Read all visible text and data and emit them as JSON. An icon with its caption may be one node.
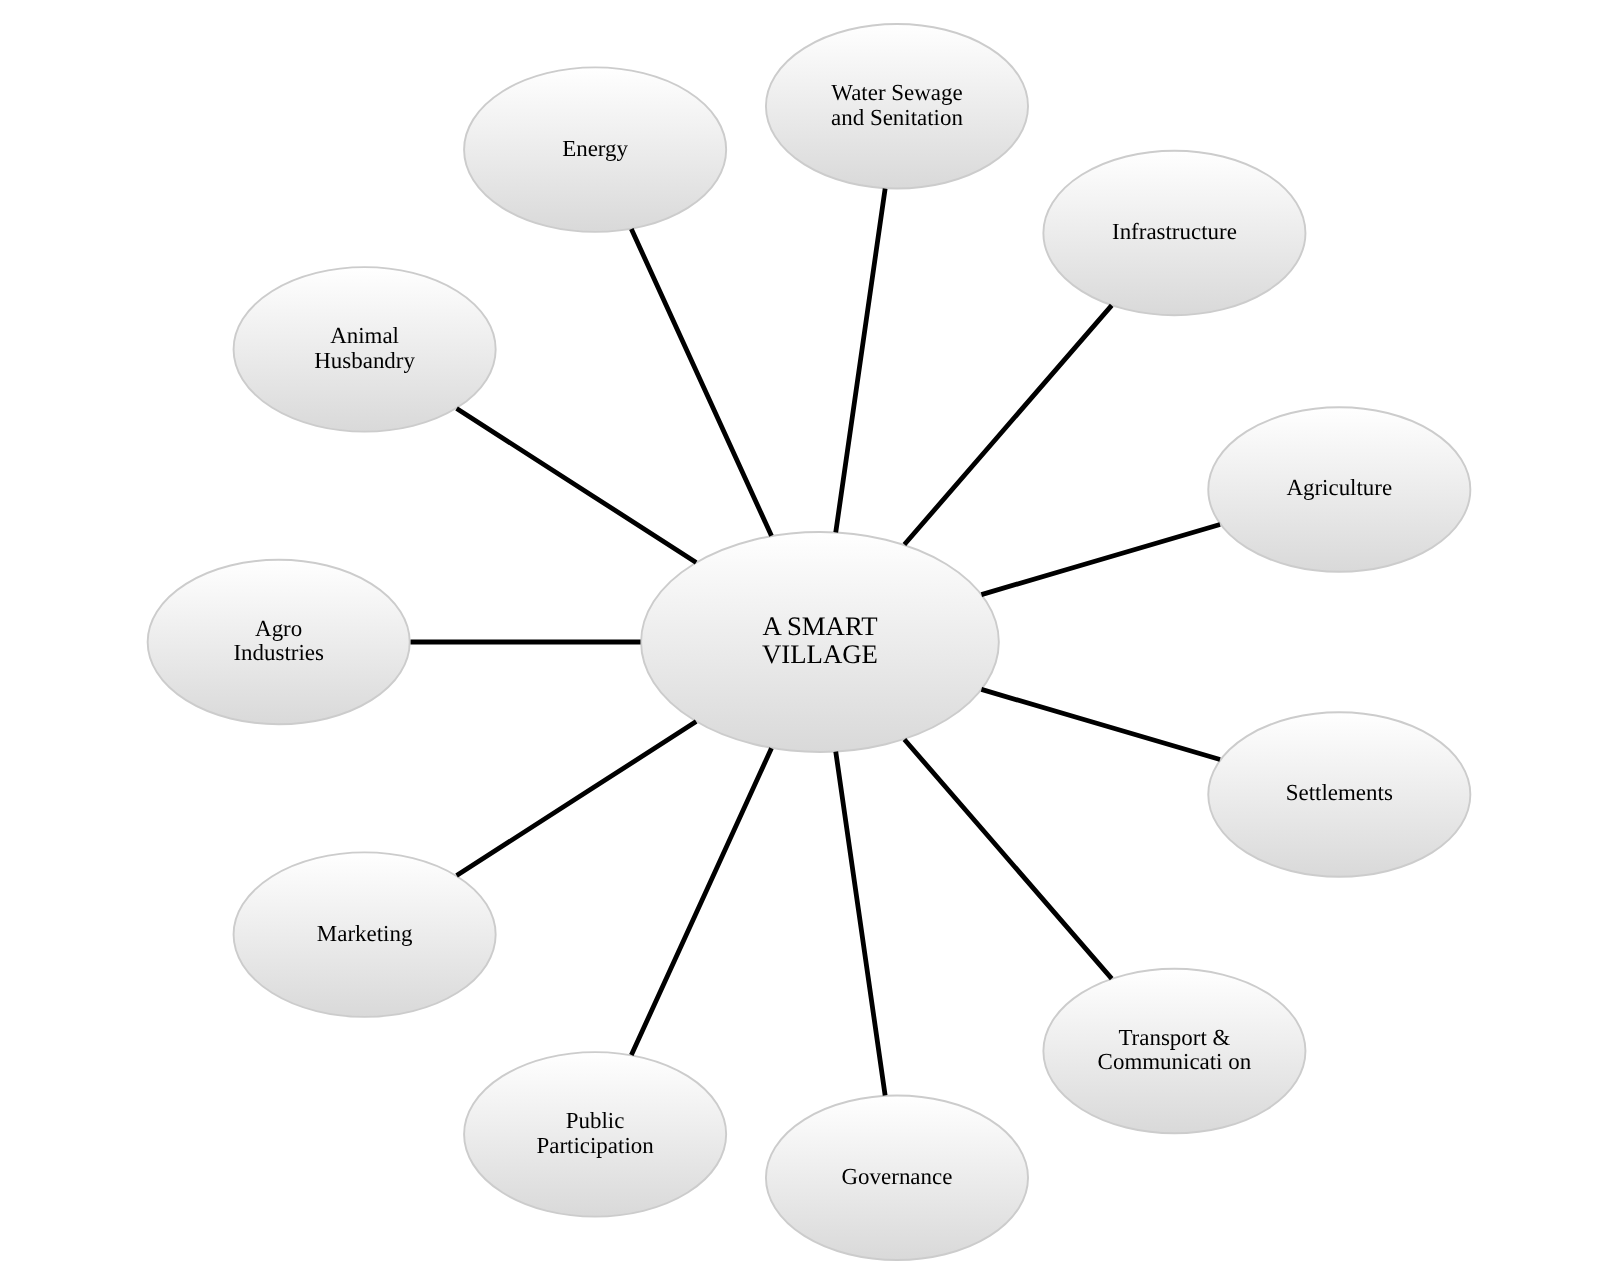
{
  "diagram": {
    "nodes": [
      {
        "text": [
          "A SMART VILLAGE"
        ]
      },
      {
        "text": [
          "Agriculture"
        ]
      },
      {
        "text": [
          "Infrastructure"
        ]
      },
      {
        "text": [
          "Water Sewage and Senitation"
        ]
      },
      {
        "text": [
          "Energy"
        ]
      },
      {
        "text": [
          "Animal Husbandry"
        ]
      },
      {
        "text": [
          "Agro Industries"
        ]
      },
      {
        "text": [
          "Marketing"
        ]
      },
      {
        "text": [
          "Public Participation"
        ]
      },
      {
        "text": [
          "Governance"
        ]
      },
      {
        "text": [
          "Transport & Communicati on"
        ]
      },
      {
        "text": [
          "Settlements"
        ]
      }
    ],
    "edges": [
      {
        "from": 0,
        "to": 1,
        "arrow": "none"
      },
      {
        "from": 0,
        "to": 2,
        "arrow": "none"
      },
      {
        "from": 0,
        "to": 3,
        "arrow": "none"
      },
      {
        "from": 0,
        "to": 4,
        "arrow": "none"
      },
      {
        "from": 0,
        "to": 5,
        "arrow": "none"
      },
      {
        "from": 0,
        "to": 6,
        "arrow": "none"
      },
      {
        "from": 0,
        "to": 7,
        "arrow": "none"
      },
      {
        "from": 0,
        "to": 8,
        "arrow": "none"
      },
      {
        "from": 0,
        "to": 9,
        "arrow": "none"
      },
      {
        "from": 0,
        "to": 10,
        "arrow": "none"
      },
      {
        "from": 0,
        "to": 11,
        "arrow": "none"
      }
    ]
  }
}
